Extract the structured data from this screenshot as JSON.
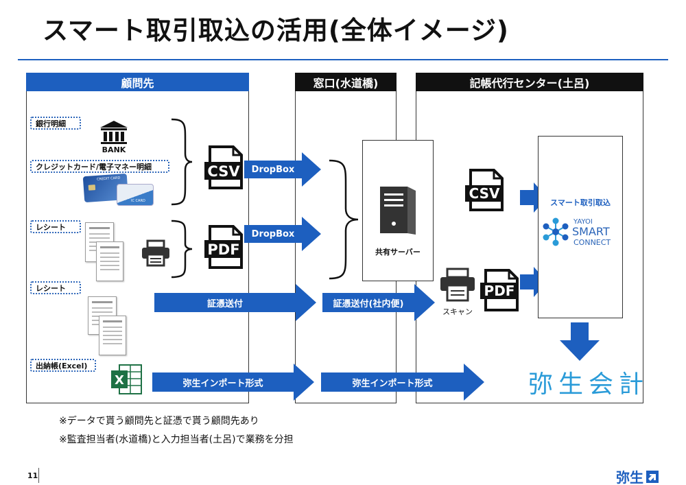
{
  "slide": {
    "title": "スマート取引取込の活用(全体イメージ)",
    "page_number": "11",
    "footer_logo": "弥生"
  },
  "columns": {
    "client": "顧問先",
    "window": "窓口(水道橋)",
    "center": "記帳代行センター(土呂)"
  },
  "sources": {
    "bank": "銀行明細",
    "card": "クレジットカード/電子マネー明細",
    "receipt1": "レシート",
    "receipt2": "レシート",
    "ledger": "出納帳(Excel)"
  },
  "icons": {
    "bank_text": "BANK",
    "card_text1": "CREDIT CARD",
    "card_text2": "IC CARD",
    "csv": "CSV",
    "pdf": "PDF"
  },
  "arrows": {
    "dropbox1": "DropBox",
    "dropbox2": "DropBox",
    "evidence_send": "証憑送付",
    "evidence_internal": "証憑送付(社内便)",
    "yayoi_import1": "弥生インポート形式",
    "yayoi_import2": "弥生インポート形式"
  },
  "server_label": "共有サーバー",
  "scanner_label": "スキャン",
  "smart_import": {
    "title": "スマート取引取込",
    "logo_line1": "YAYOI",
    "logo_line2": "SMART",
    "logo_line3": "CONNECT"
  },
  "yayoi_accounting": "弥生会計",
  "notes": [
    "※データで貰う顧問先と証憑で貰う顧問先あり",
    "※監査担当者(水道橋)と入力担当者(土呂)で業務を分担"
  ],
  "colors": {
    "blue": "#1d5fbf",
    "black": "#111111",
    "light_blue": "#2a9bd8"
  }
}
